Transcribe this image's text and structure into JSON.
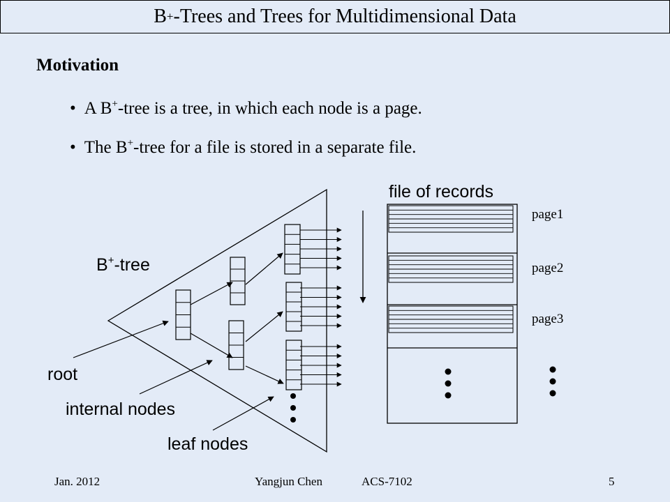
{
  "slide": {
    "title_prefix": "B",
    "title_sup": "+",
    "title_rest": "-Trees and Trees for Multidimensional Data",
    "heading": "Motivation",
    "bullets": [
      {
        "before": "A B",
        "sup": "+",
        "after": "-tree is a tree, in which each node is a page."
      },
      {
        "before": "The B",
        "sup": "+",
        "after": "-tree for a file is stored in a separate file."
      }
    ]
  },
  "diagram": {
    "btree_label_prefix": "B",
    "btree_label_sup": "+",
    "btree_label_rest": "-tree",
    "root_label": "root",
    "internal_label": "internal nodes",
    "leaf_label": "leaf nodes",
    "file_label": "file of records",
    "pages": [
      "page1",
      "page2",
      "page3"
    ]
  },
  "footer": {
    "date": "Jan. 2012",
    "author": "Yangjun Chen",
    "course": "ACS-7102",
    "page_number": "5"
  }
}
